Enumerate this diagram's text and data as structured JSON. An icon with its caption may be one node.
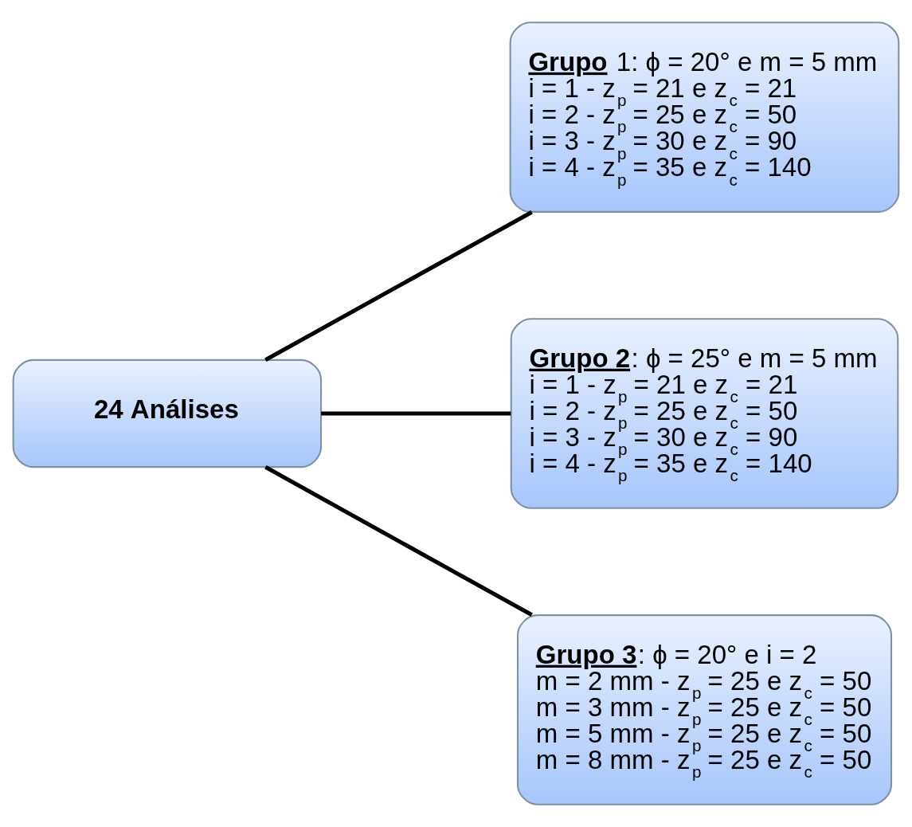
{
  "diagram": {
    "nodes": [
      {
        "text": [
          "24 Análises"
        ]
      },
      {
        "text": [
          "**Grupo** 1: ϕ = 20° e m = 5 mm",
          "i = 1 - z$_{p}$ = 21 e z$_{c}$ = 21",
          "i = 2 - z$_{p}$ = 25 e z$_{c}$ = 50",
          "i = 3 - z$_{p}$ = 30 e z$_{c}$ = 90",
          "i = 4 - z$_{p}$ = 35 e z$_{c}$ = 140"
        ]
      },
      {
        "text": [
          "**Grupo 2**: ϕ = 25° e m = 5 mm",
          "i = 1 - z$_{p}$ = 21 e z$_{c}$ = 21",
          "i = 2 - z$_{p}$ = 25 e z$_{c}$ = 50",
          "i = 3 - z$_{p}$ = 30 e z$_{c}$ = 90",
          "i = 4 - z$_{p}$ = 35 e z$_{c}$ = 140"
        ]
      },
      {
        "text": [
          "**Grupo 3**: ϕ = 20° e i = 2",
          "m = 2 mm - z$_{p}$ = 25 e z$_{c}$ = 50",
          "m = 3 mm - z$_{p}$ = 25 e z$_{c}$ = 50",
          "m = 5 mm - z$_{p}$ = 25 e z$_{c}$ = 50",
          "m = 8 mm - z$_{p}$ = 25 e z$_{c}$ = 50"
        ]
      }
    ],
    "edges": [
      {
        "from": 0,
        "to": 1,
        "arrow": "none"
      },
      {
        "from": 0,
        "to": 2,
        "arrow": "none"
      },
      {
        "from": 0,
        "to": 3,
        "arrow": "none"
      }
    ]
  }
}
